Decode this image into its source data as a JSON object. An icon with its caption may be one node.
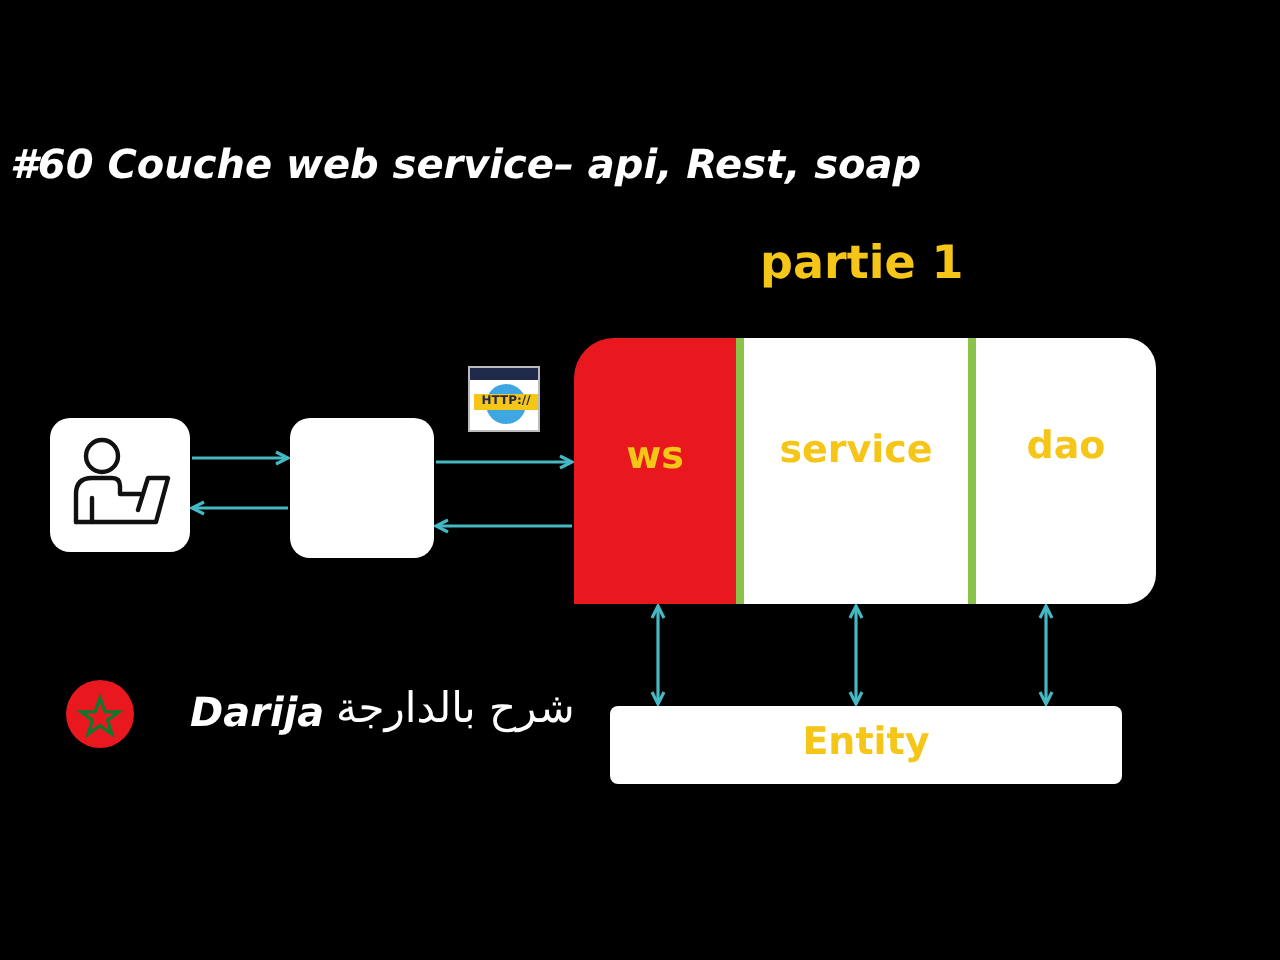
{
  "diagram": {
    "title": "#60 Couche web service– api, Rest, soap",
    "nodes": [
      {
        "text": [],
        "shape": "person"
      },
      {
        "text": [],
        "shape": "box"
      },
      {
        "text": [
          "ws"
        ]
      },
      {
        "text": [
          "service"
        ]
      },
      {
        "text": [
          "dao"
        ]
      },
      {
        "text": [
          "Entity"
        ]
      }
    ],
    "edges": [
      {
        "from": 0,
        "to": 1,
        "arrow": "to"
      },
      {
        "from": 1,
        "to": 0,
        "arrow": "to"
      },
      {
        "from": 1,
        "to": 2,
        "arrow": "to"
      },
      {
        "from": 2,
        "to": 1,
        "arrow": "to"
      },
      {
        "from": 2,
        "to": 5,
        "arrow": "both"
      },
      {
        "from": 3,
        "to": 5,
        "arrow": "both"
      },
      {
        "from": 4,
        "to": 5,
        "arrow": "both"
      }
    ],
    "labels": [
      "partie 1",
      "HTTP://",
      "Darija",
      "شرح بالدارجة"
    ]
  }
}
